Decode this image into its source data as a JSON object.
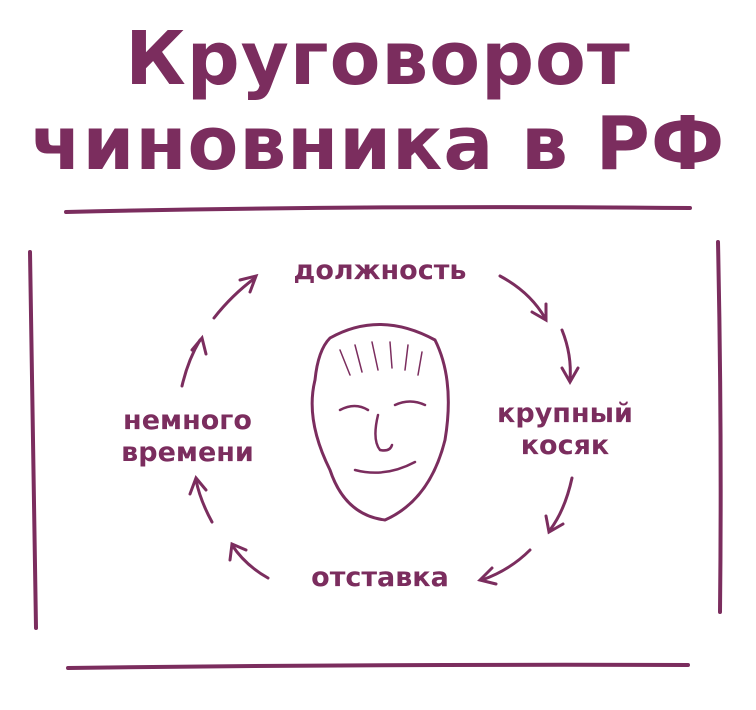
{
  "title": {
    "line1": "Круговорот",
    "line2": "чиновника в РФ"
  },
  "cycle": {
    "top": "должность",
    "right_line1": "крупный",
    "right_line2": "косяк",
    "bottom": "отставка",
    "left_line1": "немного",
    "left_line2": "времени"
  },
  "center_icon": "official-face-sketch",
  "colors": {
    "accent": "#7b2d5e"
  }
}
